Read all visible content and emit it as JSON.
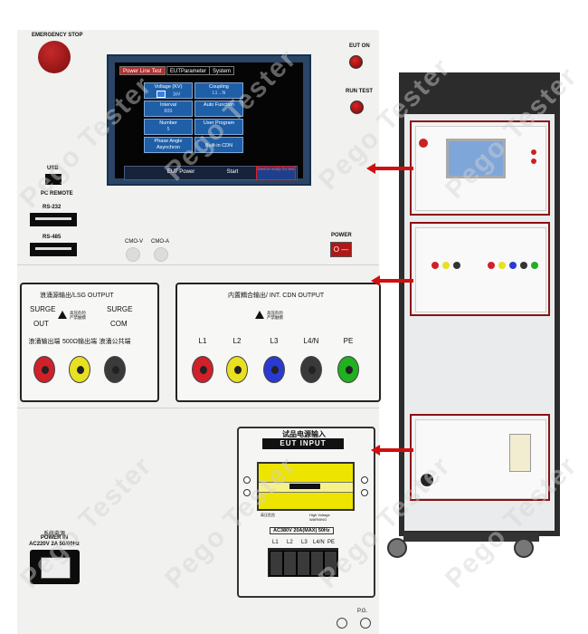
{
  "control_panel": {
    "emergency_stop": "EMERGENCY STOP",
    "eut_on": "EUT ON",
    "run_test": "RUN TEST",
    "usb": "USB",
    "pc_remote": "PC REMOTE",
    "rs232": "RS-232",
    "rs485": "RS-485",
    "cmo_v": "CMO-V",
    "cmo_a": "CMO-A",
    "power": "POWER"
  },
  "screen": {
    "tabs": [
      "Power Line Test",
      "EUT Parameter",
      "System"
    ],
    "tab_eut_prefix": "EUT",
    "tab_eut_suffix": "Parameter",
    "voltage_label": "Voltage (KV)",
    "voltage_value": "1kV",
    "coupling_label": "Coupling",
    "coupling_value": "L1→N",
    "interval_label": "Interval",
    "interval_value": "60S",
    "auto_function": "Auto Function",
    "number_label": "Number",
    "number_value": "5",
    "user_program": "User Program",
    "phase_angle": "Phase Angle",
    "asynchron": "Asynchron",
    "built_in_cdn": "Built-in CDN",
    "eut_power": "EUT Power",
    "start": "Start",
    "status": "Device ready for test"
  },
  "lsg": {
    "title": "浪涌源输出/LSG OUTPUT",
    "surge_out_1": "SURGE",
    "surge_out_2": "OUT",
    "surge_com_1": "SURGE",
    "surge_com_2": "COM",
    "warn_text": "高压危险 严禁触摸",
    "jacks": [
      "浪涌输出端",
      "500Ω输出端",
      "浪涌公共端"
    ]
  },
  "cdn": {
    "title": "内置耦合输出/ INT. CDN OUTPUT",
    "warn_text": "高压危险 严禁触摸",
    "jacks": [
      "L1",
      "L2",
      "L3",
      "L4/N",
      "PE"
    ]
  },
  "eut_input": {
    "title_cn": "试品电源输入",
    "title_en": "EUT INPUT",
    "label_high": "High Voltage WARNING",
    "label_left": "高压危险",
    "rating": "AC380V 20A(MAX) 50Hz",
    "terminals": [
      "L1",
      "L2",
      "L3",
      "L4/N",
      "PE"
    ]
  },
  "power_in": {
    "title_cn": "系统电源",
    "title_en": "POWER IN",
    "rating": "AC220V 2A 50/60Hz"
  },
  "pg": "P.G.",
  "watermark": "Pego Tester",
  "colors": {
    "jack_red": "#d0202a",
    "jack_yellow": "#e8e020",
    "jack_black": "#3a3a3a",
    "jack_blue": "#2a3ad0",
    "jack_green": "#20b020",
    "highlight": "#8b1111"
  }
}
